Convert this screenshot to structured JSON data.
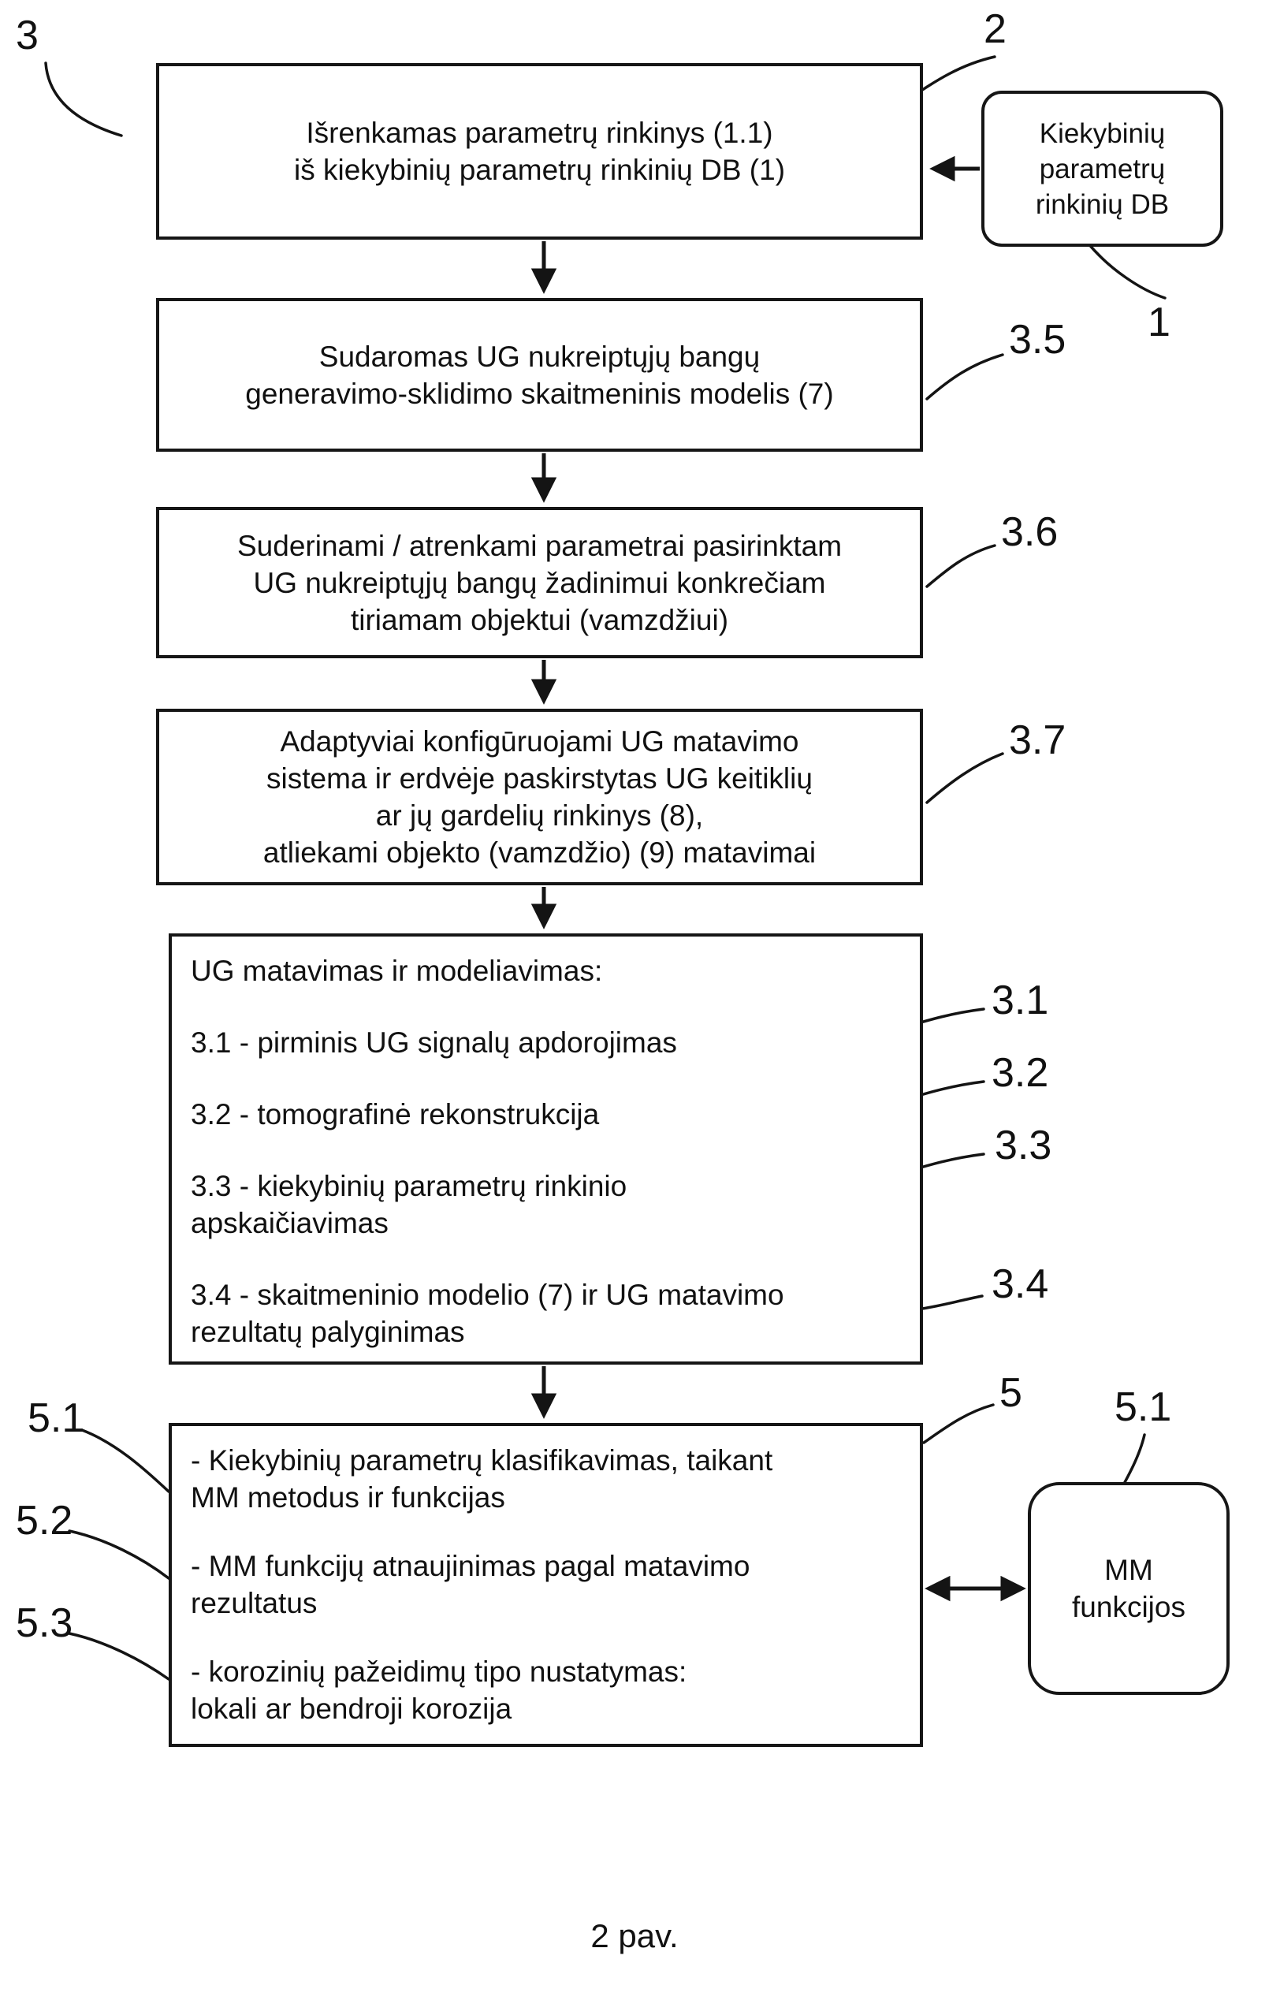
{
  "figure": {
    "caption": "2 pav."
  },
  "nodes": {
    "select_params": {
      "text": "Išrenkamas parametrų rinkinys (1.1)\niš kiekybinių parametrų rinkinių DB (1)"
    },
    "db": {
      "text": "Kiekybinių\nparametrų\nrinkinių DB"
    },
    "numeric_model": {
      "text": "Sudaromas UG nukreiptųjų bangų\ngeneravimo-sklidimo skaitmeninis modelis (7)"
    },
    "tune_params": {
      "text": "Suderinami / atrenkami parametrai pasirinktam\nUG nukreiptųjų bangų žadinimui konkrečiam\ntiriamam objektui (vamzdžiui)"
    },
    "configure_measure": {
      "text": "Adaptyviai konfigūruojami UG matavimo\nsistema ir erdvėje paskirstytas UG keitiklių\nar jų gardelių rinkinys (8),\natliekami objekto (vamzdžio) (9) matavimai"
    },
    "measure_model": {
      "title": "UG matavimas ir modeliavimas:",
      "items": [
        "3.1 - pirminis UG signalų apdorojimas",
        "3.2 - tomografinė rekonstrukcija",
        "3.3 - kiekybinių parametrų rinkinio\napskaičiavimas",
        "3.4 - skaitmeninio modelio (7) ir UG matavimo\nrezultatų palyginimas"
      ]
    },
    "classify": {
      "items": [
        "- Kiekybinių parametrų klasifikavimas, taikant\nMM metodus ir funkcijas",
        "- MM funkcijų atnaujinimas pagal matavimo\nrezultatus",
        "- korozinių pažeidimų tipo nustatymas:\nlokali ar bendroji korozija"
      ]
    },
    "mm_functions": {
      "text": "MM\nfunkcijos"
    }
  },
  "ref_labels": {
    "r3": "3",
    "r2": "2",
    "r1": "1",
    "r35": "3.5",
    "r36": "3.6",
    "r37": "3.7",
    "r31": "3.1",
    "r32": "3.2",
    "r33": "3.3",
    "r34": "3.4",
    "r5": "5",
    "r51_left": "5.1",
    "r52": "5.2",
    "r53": "5.3",
    "r51_right": "5.1"
  }
}
